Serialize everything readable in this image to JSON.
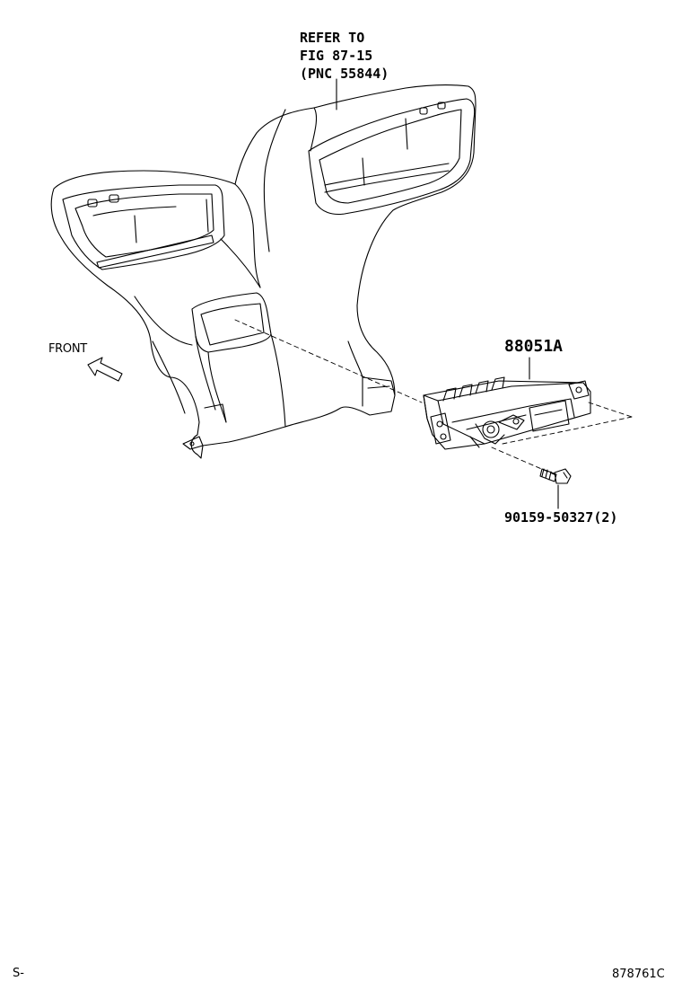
{
  "callouts": {
    "refer_line1": "REFER TO",
    "refer_line2": "FIG 87-15",
    "refer_line3": "(PNC 55844)",
    "direction": "FRONT",
    "part_switch": "88051A",
    "part_screw": "90159-50327(2)"
  },
  "footer": {
    "left_code": "S-",
    "figure_id": "878761C"
  }
}
